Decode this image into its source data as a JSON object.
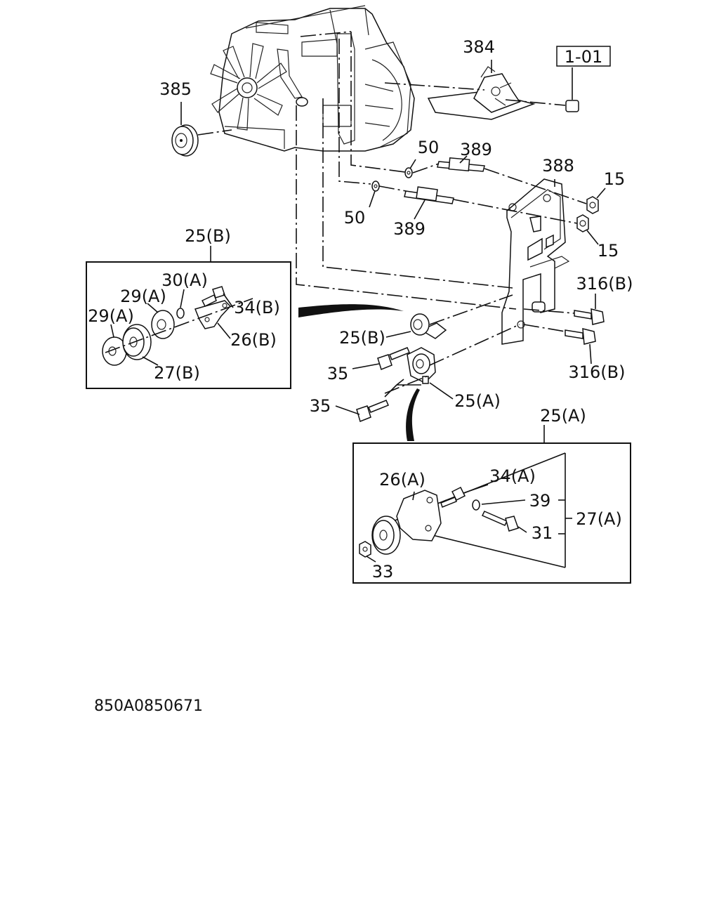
{
  "diagram": {
    "drawing_number": "850A0850671",
    "reference_box": "1-01",
    "callouts": {
      "c385": "385",
      "c384": "384",
      "c50_top": "50",
      "c50_bot": "50",
      "c389_top": "389",
      "c389_bot": "389",
      "c388": "388",
      "c15_top": "15",
      "c15_bot": "15",
      "c316b_top": "316(B)",
      "c316b_bot": "316(B)",
      "c25b_main": "25(B)",
      "c35_top": "35",
      "c35_bot": "35",
      "c25a_main": "25(A)"
    },
    "inset_b": {
      "title": "25(B)",
      "c30a": "30(A)",
      "c29a_top": "29(A)",
      "c29a_left": "29(A)",
      "c34b": "34(B)",
      "c26b": "26(B)",
      "c27b": "27(B)"
    },
    "inset_a": {
      "title": "25(A)",
      "c26a": "26(A)",
      "c34a": "34(A)",
      "c39": "39",
      "c27a": "27(A)",
      "c31": "31",
      "c33": "33"
    }
  }
}
